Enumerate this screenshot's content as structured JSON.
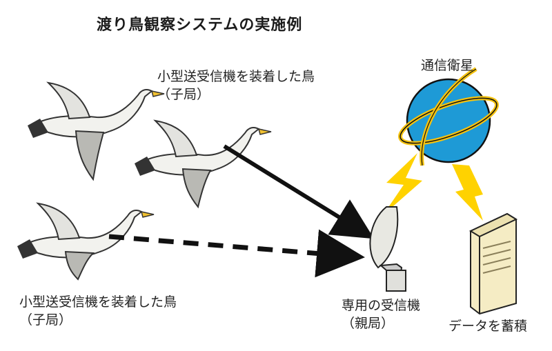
{
  "title": "渡り鳥観察システムの実施例",
  "labels": {
    "bird_top_line1": "小型送受信機を装着した鳥",
    "bird_top_line2": "（子局）",
    "bird_bottom_line1": "小型送受信機を装着した鳥",
    "bird_bottom_line2": "（子局）",
    "satellite": "通信衛星",
    "receiver_line1": "専用の受信機",
    "receiver_line2": "（親局）",
    "server": "データを蓄積"
  },
  "colors": {
    "globe": "#1e9ad6",
    "ring": "#f4c20f",
    "lightning": "#ffd200",
    "bird_body": "#f2f2ee",
    "bird_shade": "#b9b9b4",
    "beak": "#f0c030",
    "server": "#f5ecc4",
    "arrow": "#111111"
  }
}
